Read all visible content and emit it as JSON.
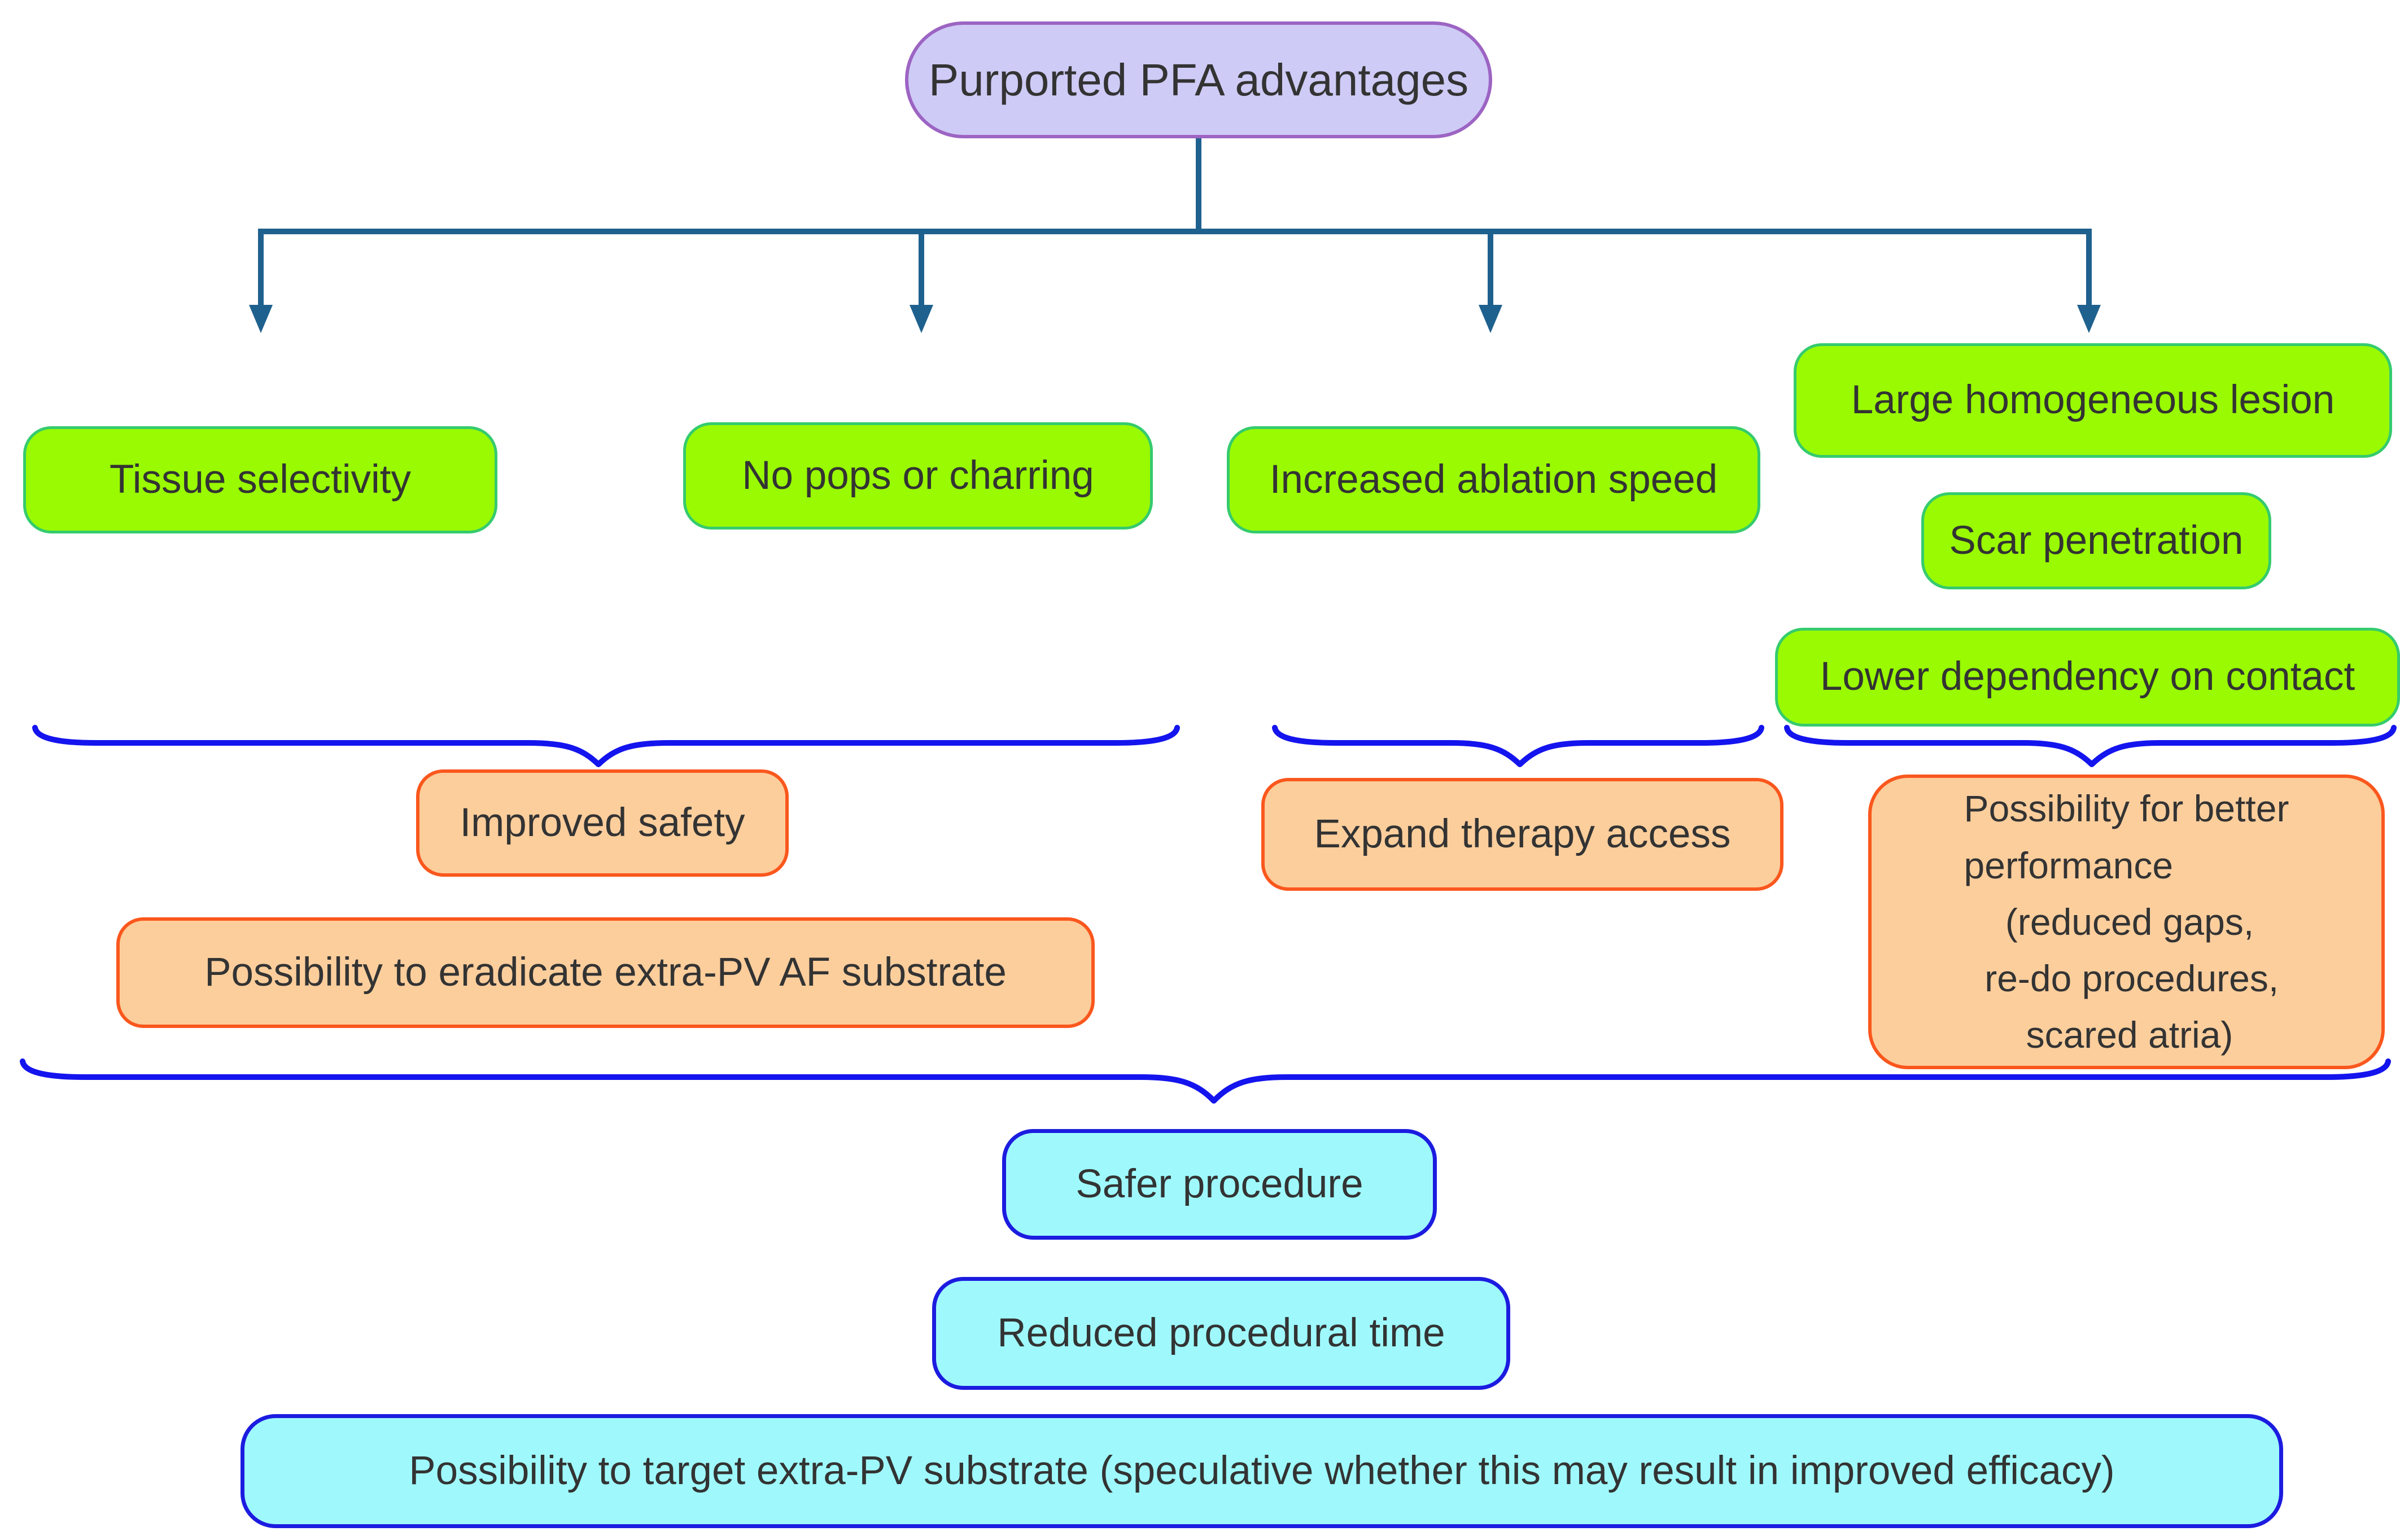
{
  "title": {
    "label": "Purported PFA advantages"
  },
  "advantages": [
    {
      "label": "Tissue selectivity"
    },
    {
      "label": "No pops or charring"
    },
    {
      "label": "Increased ablation speed"
    },
    {
      "label": "Large homogeneous lesion"
    },
    {
      "label": "Scar penetration"
    },
    {
      "label": "Lower dependency on contact"
    }
  ],
  "benefits": [
    {
      "label": "Improved safety"
    },
    {
      "label": "Possibility to eradicate extra-PV AF substrate"
    },
    {
      "label": "Expand therapy access"
    },
    {
      "label": "Possibility for better\nperformance\n    (reduced gaps,\n  re-do procedures,\n      scared atria)"
    }
  ],
  "outcomes": [
    {
      "label": "Safer procedure"
    },
    {
      "label": "Reduced procedural time"
    },
    {
      "label": "Possibility to target extra-PV substrate (speculative whether this may result in improved efficacy)"
    }
  ],
  "colors": {
    "root_fill": "#cecbf6",
    "root_border": "#9c64c3",
    "advantage_fill": "#99fa01",
    "advantage_border": "#35cb6e",
    "benefit_fill": "#fcce9c",
    "benefit_border": "#fa571d",
    "outcome_fill": "#9ff9fc",
    "outcome_border": "#1c1ce0",
    "connector": "#1f618e",
    "brace": "#1414ee",
    "text": "#333333"
  }
}
